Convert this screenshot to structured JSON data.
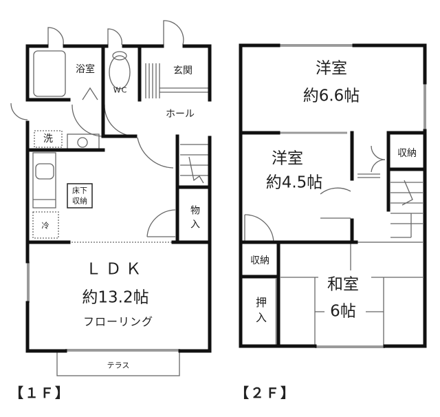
{
  "floor1": {
    "tag": "【１Ｆ】",
    "rooms": {
      "bath": "浴室",
      "wc": "WC",
      "entrance": "玄関",
      "hall": "ホール",
      "washer": "洗",
      "fridge": "冷",
      "underfloor_storage_line1": "床下",
      "underfloor_storage_line2": "収納",
      "storage": "物入",
      "ldk_name": "ＬＤＫ",
      "ldk_size": "約13.2帖",
      "ldk_floor": "フローリング",
      "terrace": "テラス"
    }
  },
  "floor2": {
    "tag": "【２Ｆ】",
    "rooms": {
      "western1_name": "洋室",
      "western1_size": "約6.6帖",
      "western2_name": "洋室",
      "western2_size": "約4.5帖",
      "closet_right": "収納",
      "closet_left": "収納",
      "oshiire": "押入",
      "japanese_name": "和室",
      "japanese_size": "6帖"
    }
  },
  "colors": {
    "wall": "#111111",
    "line": "#666666",
    "window": "#9a9a9a"
  }
}
